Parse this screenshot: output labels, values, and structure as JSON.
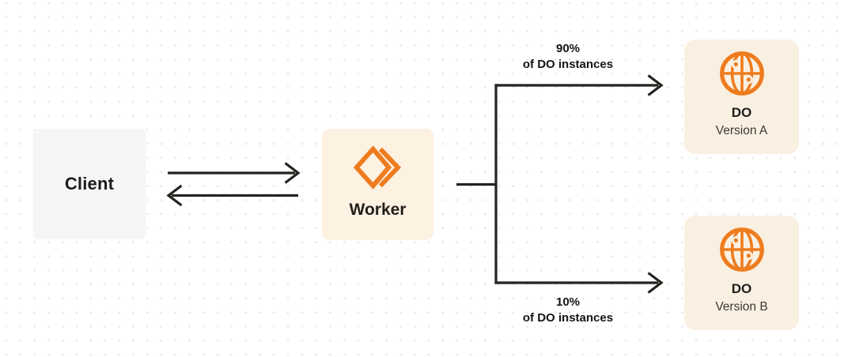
{
  "diagram": {
    "client": {
      "label": "Client"
    },
    "worker": {
      "label": "Worker"
    },
    "do_version_a": {
      "title": "DO",
      "subtitle": "Version A"
    },
    "do_version_b": {
      "title": "DO",
      "subtitle": "Version B"
    },
    "route_top": {
      "percent": "90%",
      "caption": "of DO instances"
    },
    "route_bottom": {
      "percent": "10%",
      "caption": "of DO instances"
    }
  },
  "icons": {
    "worker": "workers-chevron-logo",
    "durable_object": "globe-with-nodes"
  },
  "colors": {
    "accent_orange": "#ee7c1e",
    "card_cream": "#fdf1e2",
    "card_cream_light": "#faf0e2",
    "card_gray": "#f5f5f6",
    "line_dark": "#25231f",
    "text_dark": "#1d1c1a",
    "text_muted": "#3b3933",
    "dot_grid": "#e7e7e6"
  }
}
